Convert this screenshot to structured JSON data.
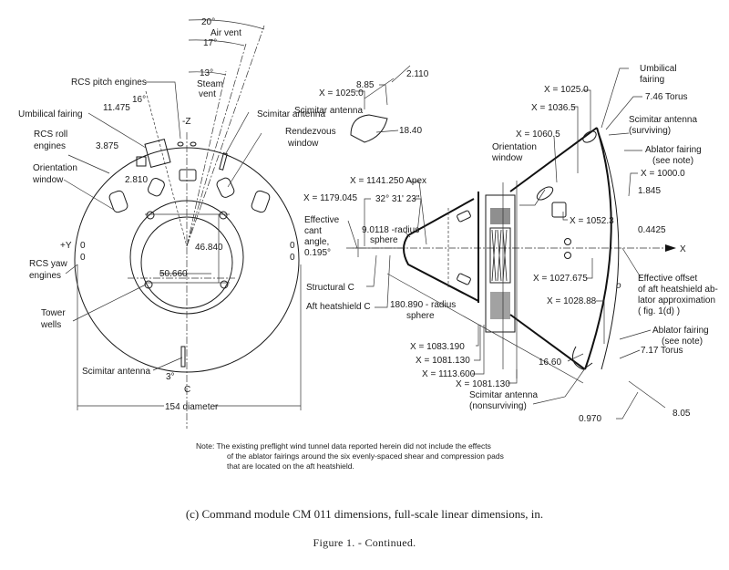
{
  "figure": {
    "caption": "(c) Command module CM 011 dimensions, full-scale linear dimensions, in.",
    "figure_label": "Figure 1. - Continued.",
    "note_lines": [
      "Note: The existing preflight wind tunnel data reported herein did not include the effects",
      "of the ablator fairings around the six evenly-spaced shear and compression pads",
      "that are located on the aft heatshield."
    ]
  },
  "aft_view": {
    "angles": {
      "air_vent": "20°",
      "air_vent_label": "Air vent",
      "a17": "17°",
      "steam_vent": "13°",
      "steam_vent_label1": "Steam",
      "steam_vent_label2": "vent",
      "pitch_angle": "16°",
      "scimitar_angle": "3°"
    },
    "labels": {
      "rcs_pitch": "RCS pitch engines",
      "umbilical": "Umbilical fairing",
      "rcs_roll_1": "RCS roll",
      "rcs_roll_2": "engines",
      "orientation_1": "Orientation",
      "orientation_2": "window",
      "plus_y": "+Y",
      "rcs_yaw_1": "RCS yaw",
      "rcs_yaw_2": "engines",
      "tower_1": "Tower",
      "tower_2": "wells",
      "scimitar_bottom": "Scimitar antenna",
      "scimitar_top": "Scimitar antenna",
      "rendezvous_1": "Rendezvous",
      "rendezvous_2": "window",
      "minus_z": "-Z",
      "centerline": "C",
      "diameter": "154 diameter"
    },
    "dims": {
      "d11475": "11.475",
      "d3875": "3.875",
      "d2810": "2.810",
      "d46840": "46.840",
      "d50660": "50.660"
    }
  },
  "detail_antenna": {
    "x1025": "X = 1025.0",
    "d885": "8.85",
    "d2110": "2.110",
    "d1840": "18.40",
    "antenna_label": "Scimitar antenna"
  },
  "side_view": {
    "labels": {
      "x1141": "X = 1141.250 Apex",
      "x1179": "X = 1179.045",
      "angle_apex": "32° 31' 23\"",
      "effective_1": "Effective",
      "effective_2": "cant",
      "effective_3": "angle,",
      "effective_4": "0.195°",
      "r9_1": "9.0118 -radius",
      "r9_2": "sphere",
      "structural": "Structural C",
      "aft_hs": "Aft heatshield C",
      "r180_1": "180.890 - radius",
      "r180_2": "sphere",
      "orientation_1": "Orientation",
      "orientation_2": "window",
      "x1060": "X = 1060.5",
      "x1025": "X = 1025.0",
      "x1036": "X = 1036.5",
      "umbilical_1": "Umbilical",
      "umbilical_2": "fairing",
      "torus746": "7.46 Torus",
      "scim_surv_1": "Scimitar antenna",
      "scim_surv_2": "(surviving)",
      "ablator_1": "Ablator fairing",
      "ablator_2": "(see note)",
      "x1000": "X = 1000.0",
      "d1845": "1.845",
      "x1052": "X = 1052.3",
      "d04425": "0.4425",
      "x_axis": "X",
      "x1027": "X = 1027.675",
      "offset_1": "Effective offset",
      "offset_2": "of aft heatshield ab-",
      "offset_3": "lator approximation",
      "offset_4": "( fig. 1(d) )",
      "x1028": "X = 1028.88",
      "ablator2_1": "Ablator fairing",
      "ablator2_2": "(see note)",
      "torus717": "7.17 Torus",
      "d1660": "16.60",
      "x1083": "X = 1083.190",
      "x1081a": "X = 1081.130",
      "x1113": "X = 1113.600",
      "x1081b": "X = 1081.130",
      "scim_non_1": "Scimitar antenna",
      "scim_non_2": "(nonsurviving)",
      "d0970": "0.970",
      "d805": "8.05"
    }
  }
}
